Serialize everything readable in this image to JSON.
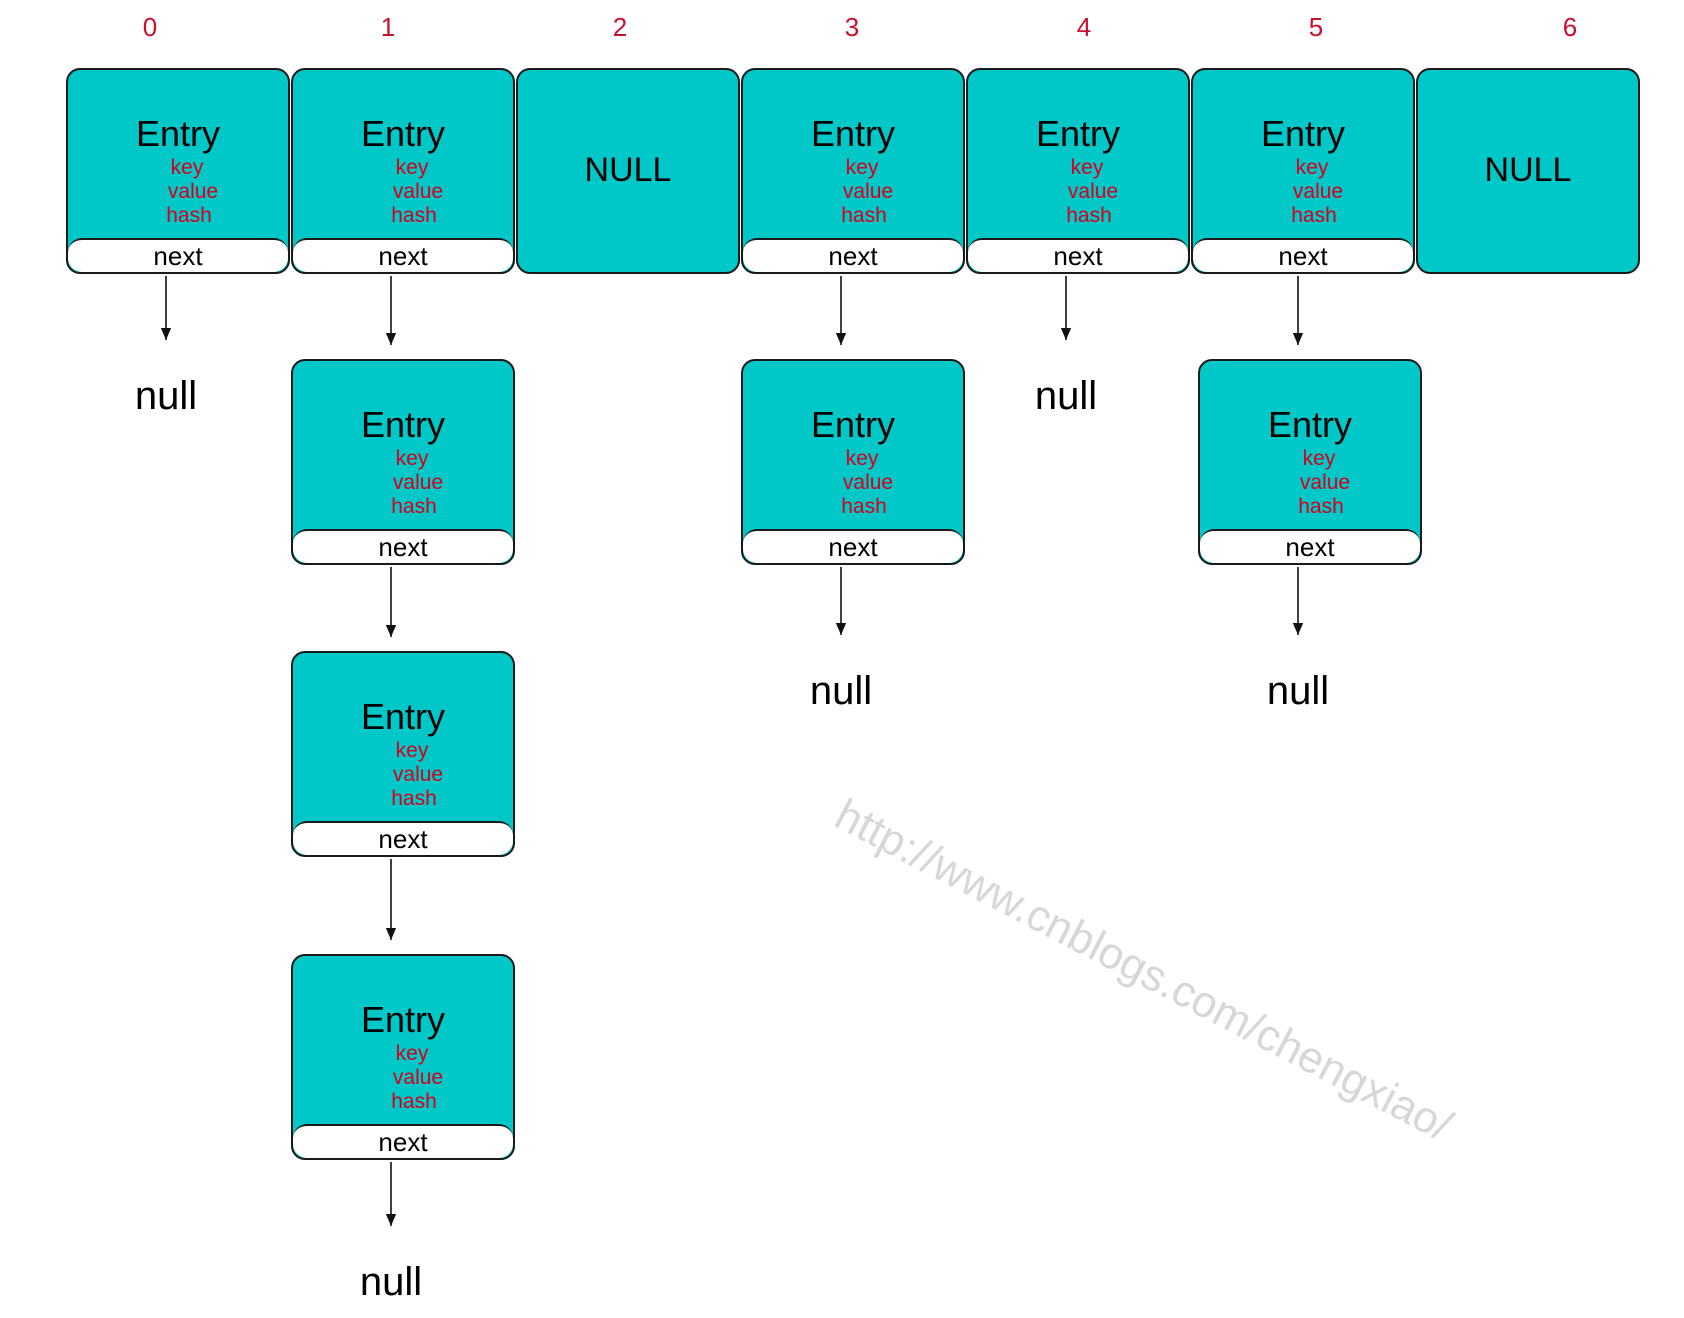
{
  "indices": [
    "0",
    "1",
    "2",
    "3",
    "4",
    "5",
    "6"
  ],
  "entry_labels": {
    "title": "Entry",
    "key": "key",
    "value": "value",
    "hash": "hash",
    "next": "next"
  },
  "null_bucket_label": "NULL",
  "null_terminator_label": "null",
  "chains": [
    {
      "index": "0",
      "bucket": "entry",
      "chain_length": 0
    },
    {
      "index": "1",
      "bucket": "entry",
      "chain_length": 3
    },
    {
      "index": "2",
      "bucket": "null"
    },
    {
      "index": "3",
      "bucket": "entry",
      "chain_length": 1
    },
    {
      "index": "4",
      "bucket": "entry",
      "chain_length": 0
    },
    {
      "index": "5",
      "bucket": "entry",
      "chain_length": 1
    },
    {
      "index": "6",
      "bucket": "null"
    }
  ],
  "colors": {
    "entry_fill": "#00c8c8",
    "index_text": "#c8102e",
    "field_text": "#d6001c",
    "next_fill": "#ffffff"
  },
  "watermark": "http://www.cnblogs.com/chengxiao/"
}
